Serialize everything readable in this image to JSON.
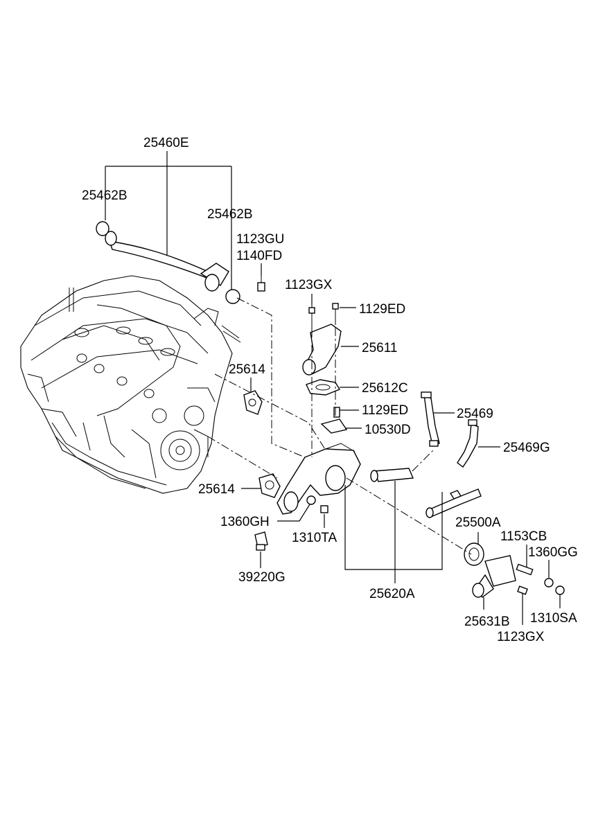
{
  "labels": {
    "p25460E": "25460E",
    "p25462B_left": "25462B",
    "p25462B_right": "25462B",
    "p1123GU": "1123GU",
    "p1140FD": "1140FD",
    "p1123GX_top": "1123GX",
    "p1129ED_top": "1129ED",
    "p25611": "25611",
    "p25614_top": "25614",
    "p25612C": "25612C",
    "p1129ED_mid": "1129ED",
    "p25469": "25469",
    "p10530D": "10530D",
    "p25469G": "25469G",
    "p25614_bottom": "25614",
    "p1360GH": "1360GH",
    "p1310TA": "1310TA",
    "p25500A": "25500A",
    "p1153CB": "1153CB",
    "p1360GG": "1360GG",
    "p39220G": "39220G",
    "p25620A": "25620A",
    "p25631B": "25631B",
    "p1310SA": "1310SA",
    "p1123GX_bottom": "1123GX"
  }
}
